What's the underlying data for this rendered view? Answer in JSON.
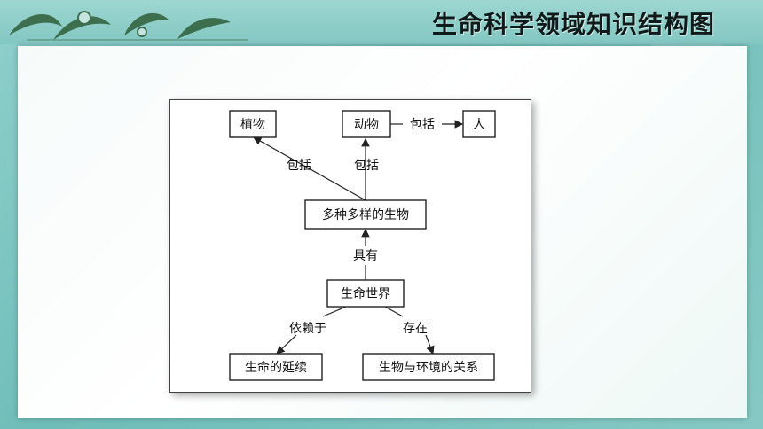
{
  "slide": {
    "title": "生命科学领域知识结构图"
  },
  "diagram": {
    "nodes": {
      "plants": "植物",
      "animals": "动物",
      "human": "人",
      "diverse_organisms": "多种多样的生物",
      "life_world": "生命世界",
      "continuation": "生命的延续",
      "relationship": "生物与环境的关系"
    },
    "edge_labels": {
      "include_animals_human": "包括",
      "include_plants": "包括",
      "include_animals": "包括",
      "has": "具有",
      "depends_on": "依赖于",
      "exists": "存在"
    },
    "colors": {
      "stroke": "#222222",
      "background_teal": "#7fc6c2"
    }
  }
}
